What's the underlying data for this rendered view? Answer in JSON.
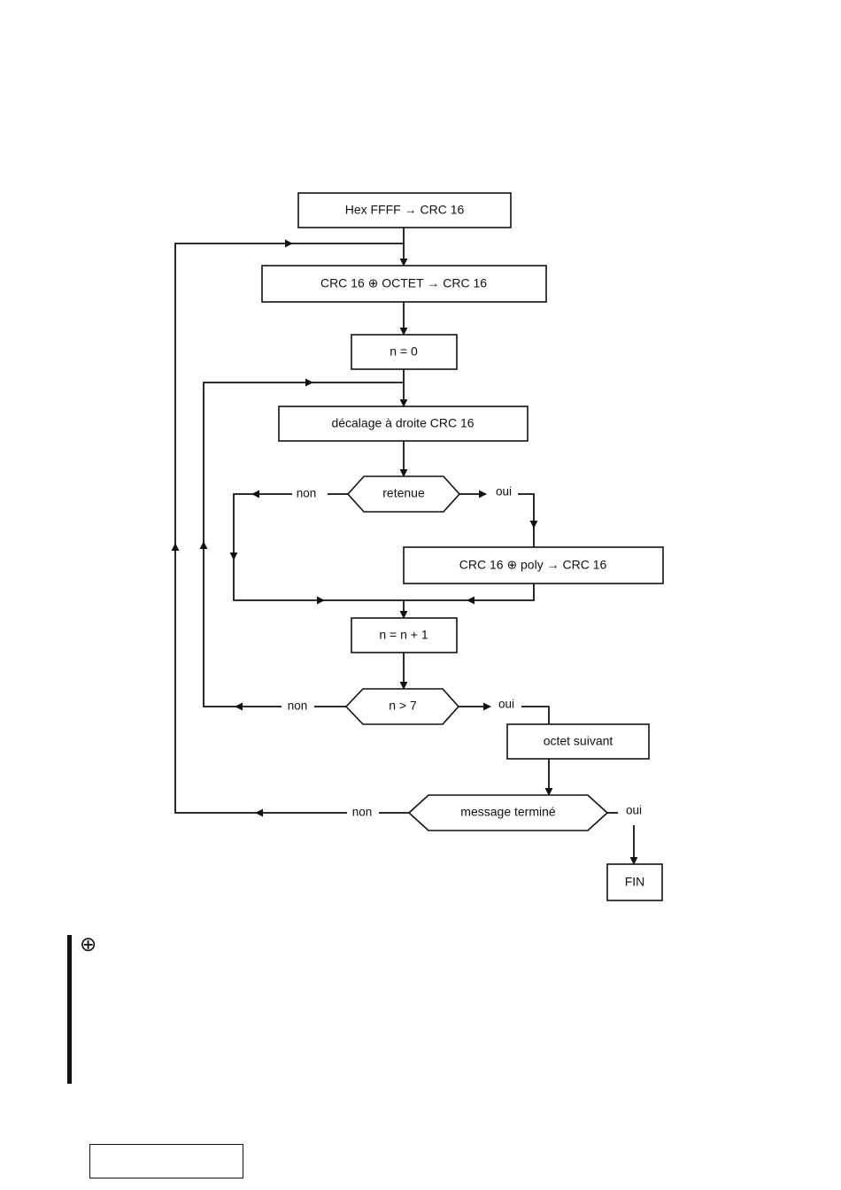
{
  "nodes": {
    "init": "Hex FFFF → CRC 16",
    "xor_octet": "CRC 16 ⊕ OCTET → CRC 16",
    "n_zero": "n = 0",
    "shift": "décalage à droite CRC 16",
    "carry": "retenue",
    "xor_poly": "CRC 16 ⊕ poly → CRC 16",
    "increment": "n = n + 1",
    "check_n": "n > 7",
    "next_octet": "octet suivant",
    "msg_done": "message terminé",
    "end": "FIN"
  },
  "labels": {
    "no": "non",
    "yes": "oui"
  },
  "legend": {
    "symbol": "⊕"
  }
}
